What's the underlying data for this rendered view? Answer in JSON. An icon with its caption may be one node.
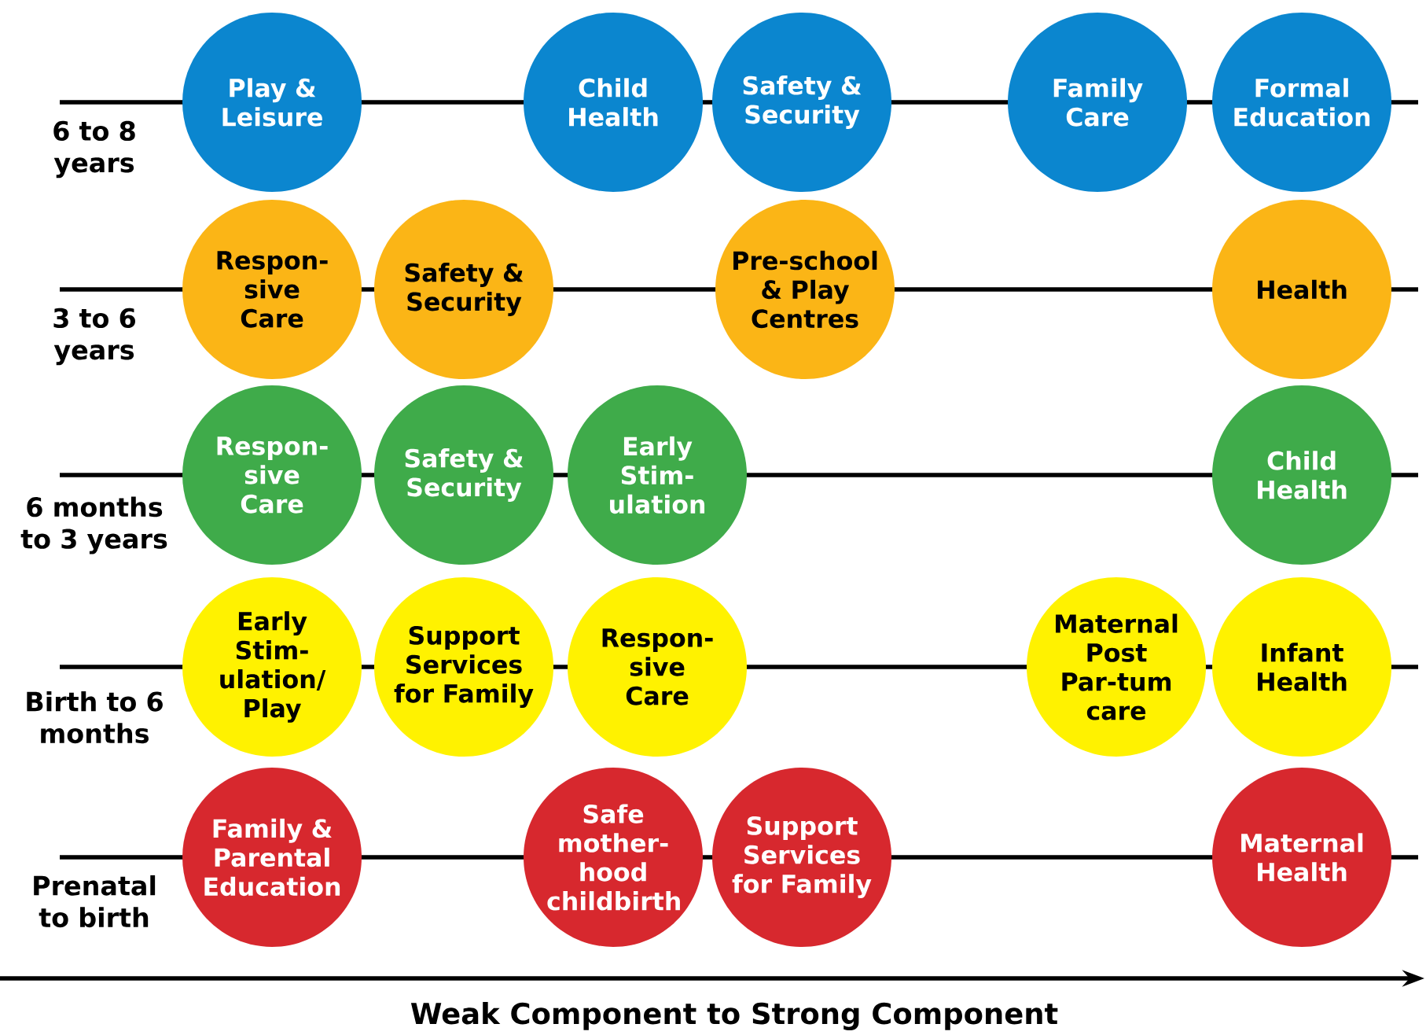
{
  "diagram": {
    "nodes": [
      {
        "text": [
          "Play & Leisure"
        ]
      },
      {
        "text": [
          "Child Health"
        ]
      },
      {
        "text": [
          "Safety & Security"
        ]
      },
      {
        "text": [
          "Family Care"
        ]
      },
      {
        "text": [
          "Formal Education"
        ]
      },
      {
        "text": [
          "Respon-sive Care"
        ]
      },
      {
        "text": [
          "Safety & Security"
        ]
      },
      {
        "text": [
          "Pre-school & Play Centres"
        ]
      },
      {
        "text": [
          "Health"
        ]
      },
      {
        "text": [
          "Respon-sive Care"
        ]
      },
      {
        "text": [
          "Safety & Security"
        ]
      },
      {
        "text": [
          "Early Stim-ulation"
        ]
      },
      {
        "text": [
          "Child Health"
        ]
      },
      {
        "text": [
          "Early Stim-ulation/ Play"
        ]
      },
      {
        "text": [
          "Support Services for Family"
        ]
      },
      {
        "text": [
          "Respon-sive Care"
        ]
      },
      {
        "text": [
          "Maternal Post Par-tum care"
        ]
      },
      {
        "text": [
          "Infant Health"
        ]
      },
      {
        "text": [
          "Family & Parental Education"
        ]
      },
      {
        "text": [
          "Safe mother-hood childbirth"
        ]
      },
      {
        "text": [
          "Support Services for Family"
        ]
      },
      {
        "text": [
          "Maternal Health"
        ]
      }
    ],
    "labels": [
      "6 to 8 years",
      "3 to 6 years",
      "6 months to 3 years",
      "Birth to 6 months",
      "Prenatal to birth",
      "Weak Component to Strong Component"
    ]
  }
}
